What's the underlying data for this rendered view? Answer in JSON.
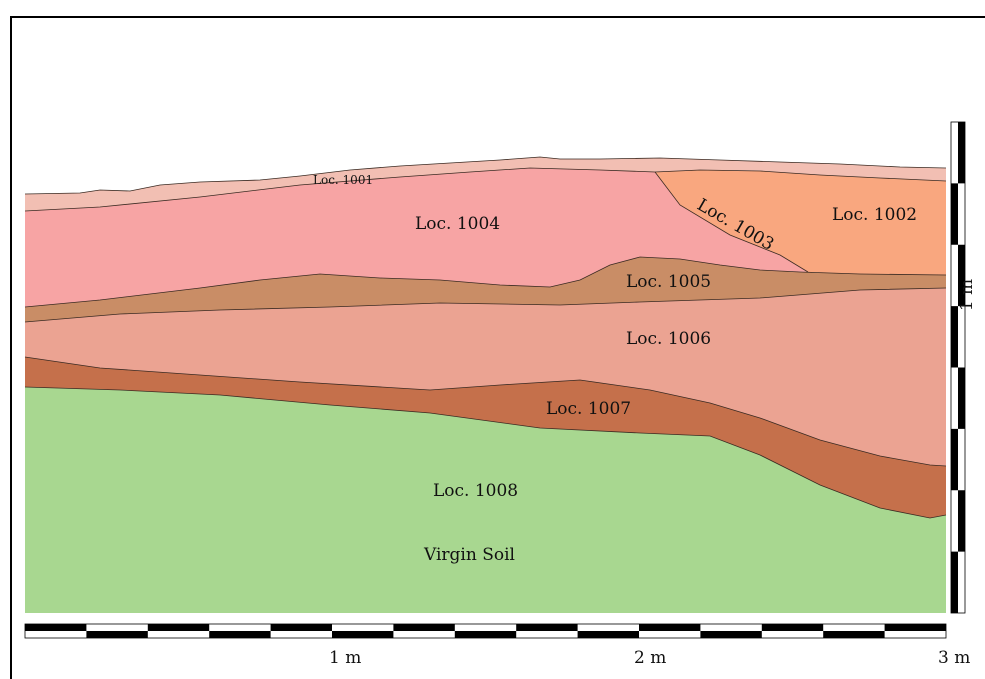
{
  "section": {
    "layers": [
      {
        "id": "1001",
        "label": "Loc. 1001",
        "color": "#f2bfb3"
      },
      {
        "id": "1002",
        "label": "Loc. 1002",
        "color": "#f9a77f"
      },
      {
        "id": "1003",
        "label": "Loc. 1003",
        "color": "#f9a77f"
      },
      {
        "id": "1004",
        "label": "Loc. 1004",
        "color": "#f7a4a4"
      },
      {
        "id": "1005",
        "label": "Loc. 1005",
        "color": "#c98d66"
      },
      {
        "id": "1006",
        "label": "Loc. 1006",
        "color": "#eba392"
      },
      {
        "id": "1007",
        "label": "Loc. 1007",
        "color": "#c5704b"
      },
      {
        "id": "1008",
        "label": "Loc. 1008",
        "color": "#a8d790"
      }
    ],
    "virgin_soil_label": "Virgin Soil"
  },
  "scale": {
    "horizontal_labels": [
      "1 m",
      "2 m",
      "3 m"
    ],
    "vertical_label": "1 m"
  }
}
